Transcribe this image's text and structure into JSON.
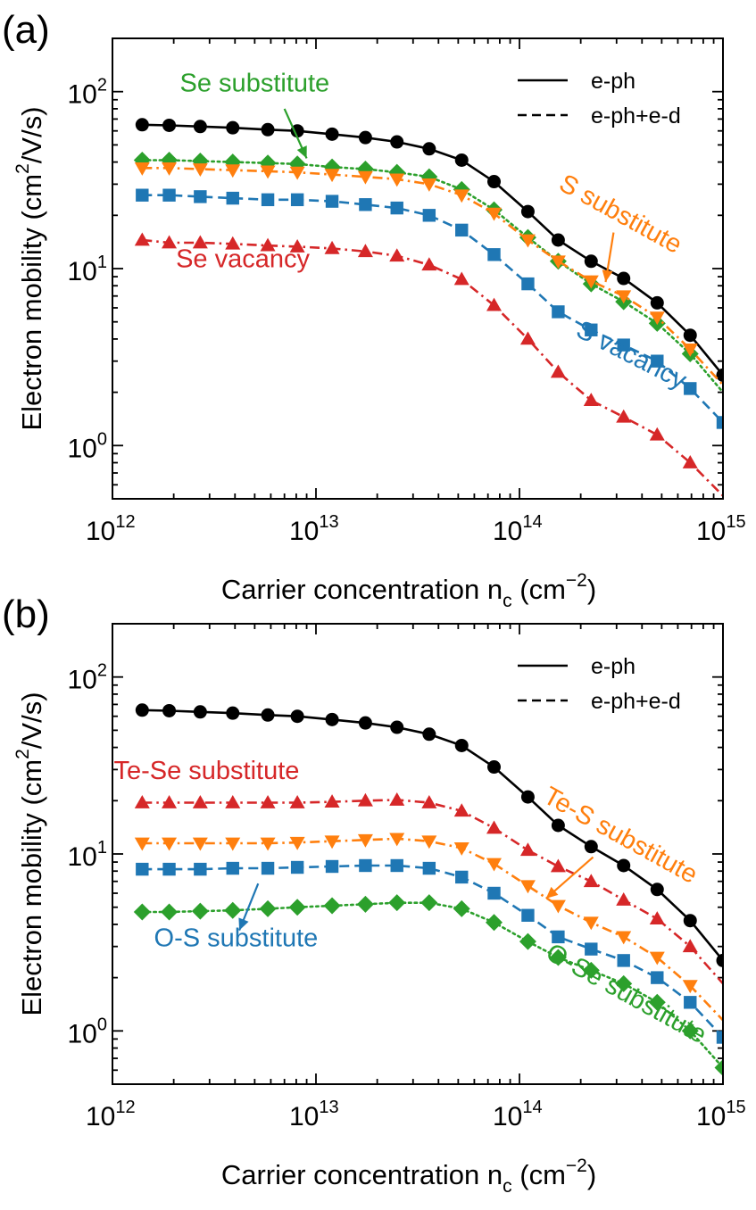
{
  "colors": {
    "black": "#000000",
    "red": "#d62728",
    "orange": "#ff7f0e",
    "blue": "#1f77b4",
    "green": "#2ca02c"
  },
  "chart_data": [
    {
      "type": "line",
      "panel_label": "(a)",
      "xscale": "log",
      "yscale": "log",
      "xlim": [
        1000000000000.0,
        1000000000000000.0
      ],
      "ylim": [
        0.5,
        200
      ],
      "xlabel_main": "Carrier concentration n",
      "xlabel_sub": "c",
      "xlabel_unit_open": " (cm",
      "xlabel_unit_exp": "−2",
      "xlabel_unit_close": ")",
      "ylabel_main": "Electron mobility (cm",
      "ylabel_exp": "2",
      "ylabel_rest": "/V/s)",
      "x_ticks": [
        {
          "base": "10",
          "exp": "12"
        },
        {
          "base": "10",
          "exp": "13"
        },
        {
          "base": "10",
          "exp": "14"
        },
        {
          "base": "10",
          "exp": "15"
        }
      ],
      "y_ticks": [
        {
          "base": "10",
          "exp": "0"
        },
        {
          "base": "10",
          "exp": "1"
        },
        {
          "base": "10",
          "exp": "2"
        }
      ],
      "legend": {
        "position": "top-right",
        "entries": [
          {
            "label": "e-ph",
            "style": "solid"
          },
          {
            "label": "e-ph+e-d",
            "style": "dashed"
          }
        ]
      },
      "x": [
        1400000000000.0,
        1900000000000.0,
        2700000000000.0,
        3900000000000.0,
        5800000000000.0,
        8100000000000.0,
        12000000000000.0,
        17500000000000.0,
        25000000000000.0,
        36000000000000.0,
        52000000000000.0,
        75000000000000.0,
        110000000000000.0,
        155000000000000.0,
        225000000000000.0,
        325000000000000.0,
        475000000000000.0,
        690000000000000.0,
        1000000000000000.0
      ],
      "series": [
        {
          "key": "eph",
          "color": "#000000",
          "dash": "solid",
          "marker": "circle",
          "end_marker": true,
          "values": [
            65,
            64.5,
            63.5,
            62.5,
            61,
            60,
            57.5,
            55,
            52,
            47.5,
            41,
            31,
            21,
            14.5,
            11,
            8.8,
            6.4,
            4.2,
            2.5
          ]
        },
        {
          "key": "se_sub",
          "color": "#2ca02c",
          "dash": "dotted",
          "marker": "diamond",
          "end_marker": false,
          "values": [
            41,
            41,
            40.5,
            40,
            39.5,
            39,
            37.5,
            36.5,
            35,
            33,
            28,
            21.5,
            15,
            11,
            8.2,
            6.5,
            4.9,
            3.3,
            2.0
          ]
        },
        {
          "key": "s_sub",
          "color": "#ff7f0e",
          "dash": "dashdot",
          "marker": "triangle-down",
          "end_marker": false,
          "values": [
            37,
            37,
            36.5,
            36,
            35.5,
            35,
            34,
            33,
            32,
            30,
            26,
            20.5,
            14.5,
            11,
            8.5,
            7,
            5.3,
            3.5,
            2.2
          ]
        },
        {
          "key": "s_vac",
          "color": "#1f77b4",
          "dash": "dashed",
          "marker": "square",
          "end_marker": true,
          "values": [
            26,
            26,
            25.5,
            25,
            24.5,
            24.5,
            24,
            23,
            22,
            20,
            16.5,
            12,
            8.2,
            5.7,
            4.5,
            3.7,
            3.0,
            2.1,
            1.35
          ]
        },
        {
          "key": "se_vac",
          "color": "#d62728",
          "dash": "dashdot",
          "marker": "triangle-up",
          "end_marker": false,
          "values": [
            14.5,
            14,
            14,
            13.8,
            13.5,
            13.3,
            13,
            12.5,
            11.8,
            10.5,
            8.7,
            6.2,
            4.0,
            2.6,
            1.8,
            1.45,
            1.15,
            0.8,
            0.52
          ]
        }
      ],
      "annotations": [
        {
          "text": "Se substitute",
          "color": "#2ca02c",
          "x": 5000000000000.0,
          "y": 100,
          "anchor": "middle",
          "rotate": 0
        },
        {
          "text": "S substitute",
          "color": "#ff7f0e",
          "x": 300000000000000.0,
          "y": 18.5,
          "anchor": "middle",
          "rotate": 29
        },
        {
          "text": "Se vacancy",
          "color": "#d62728",
          "x": 2050000000000.0,
          "y": 10.2,
          "anchor": "start",
          "rotate": 0
        },
        {
          "text": "S vacancy",
          "color": "#1f77b4",
          "x": 340000000000000.0,
          "y": 2.95,
          "anchor": "middle",
          "rotate": 27
        }
      ],
      "arrows": [
        {
          "color": "#2ca02c",
          "from": [
            7000000000000.0,
            80
          ],
          "to": [
            9000000000000.0,
            42
          ]
        },
        {
          "color": "#ff7f0e",
          "from": [
            290000000000000.0,
            16
          ],
          "to": [
            265000000000000.0,
            8.4
          ]
        }
      ]
    },
    {
      "type": "line",
      "panel_label": "(b)",
      "xscale": "log",
      "yscale": "log",
      "xlim": [
        1000000000000.0,
        1000000000000000.0
      ],
      "ylim": [
        0.5,
        200
      ],
      "xlabel_main": "Carrier concentration n",
      "xlabel_sub": "c",
      "xlabel_unit_open": " (cm",
      "xlabel_unit_exp": "−2",
      "xlabel_unit_close": ")",
      "ylabel_main": "Electron mobility (cm",
      "ylabel_exp": "2",
      "ylabel_rest": "/V/s)",
      "x_ticks": [
        {
          "base": "10",
          "exp": "12"
        },
        {
          "base": "10",
          "exp": "13"
        },
        {
          "base": "10",
          "exp": "14"
        },
        {
          "base": "10",
          "exp": "15"
        }
      ],
      "y_ticks": [
        {
          "base": "10",
          "exp": "0"
        },
        {
          "base": "10",
          "exp": "1"
        },
        {
          "base": "10",
          "exp": "2"
        }
      ],
      "legend": {
        "position": "top-right",
        "entries": [
          {
            "label": "e-ph",
            "style": "solid"
          },
          {
            "label": "e-ph+e-d",
            "style": "dashed"
          }
        ]
      },
      "x": [
        1400000000000.0,
        1900000000000.0,
        2700000000000.0,
        3900000000000.0,
        5800000000000.0,
        8100000000000.0,
        12000000000000.0,
        17500000000000.0,
        25000000000000.0,
        36000000000000.0,
        52000000000000.0,
        75000000000000.0,
        110000000000000.0,
        155000000000000.0,
        225000000000000.0,
        325000000000000.0,
        475000000000000.0,
        690000000000000.0,
        1000000000000000.0
      ],
      "series": [
        {
          "key": "eph",
          "color": "#000000",
          "dash": "solid",
          "marker": "circle",
          "end_marker": true,
          "values": [
            65,
            64.5,
            63.5,
            62.5,
            61,
            60,
            57.5,
            55,
            52,
            47.5,
            41,
            31,
            21,
            14.5,
            11,
            8.6,
            6.3,
            4.2,
            2.5
          ]
        },
        {
          "key": "te_se_sub",
          "color": "#d62728",
          "dash": "dashdot",
          "marker": "triangle-up",
          "end_marker": false,
          "values": [
            19.5,
            19.5,
            19.5,
            19.5,
            19.5,
            19.5,
            19.7,
            20,
            20.2,
            19.5,
            17.5,
            14,
            10.5,
            8.5,
            7,
            5.5,
            4.3,
            3.0,
            1.85
          ]
        },
        {
          "key": "te_s_sub",
          "color": "#ff7f0e",
          "dash": "dashdot",
          "marker": "triangle-down",
          "end_marker": false,
          "values": [
            11.5,
            11.5,
            11.5,
            11.5,
            11.5,
            11.6,
            11.8,
            12,
            12.2,
            11.8,
            10.8,
            8.8,
            6.6,
            5.1,
            4.1,
            3.4,
            2.6,
            1.8,
            1.15
          ]
        },
        {
          "key": "o_s_sub",
          "color": "#1f77b4",
          "dash": "dashed",
          "marker": "square",
          "end_marker": true,
          "values": [
            8.2,
            8.2,
            8.2,
            8.3,
            8.3,
            8.4,
            8.5,
            8.6,
            8.6,
            8.3,
            7.4,
            6.0,
            4.5,
            3.4,
            2.9,
            2.5,
            2.0,
            1.45,
            0.92
          ]
        },
        {
          "key": "o_se_sub",
          "color": "#2ca02c",
          "dash": "dotted",
          "marker": "diamond",
          "end_marker": true,
          "values": [
            4.7,
            4.7,
            4.75,
            4.8,
            4.9,
            5.0,
            5.1,
            5.2,
            5.3,
            5.3,
            4.9,
            4.1,
            3.2,
            2.6,
            2.2,
            1.85,
            1.45,
            1.0,
            0.62
          ]
        }
      ],
      "annotations": [
        {
          "text": "Te-Se substitute",
          "color": "#d62728",
          "x": 2900000000000.0,
          "y": 26.5,
          "anchor": "middle",
          "rotate": 0
        },
        {
          "text": "Te-S substitute",
          "color": "#ff7f0e",
          "x": 300000000000000.0,
          "y": 11.6,
          "anchor": "middle",
          "rotate": 29
        },
        {
          "text": "O-S substitute",
          "color": "#1f77b4",
          "x": 1600000000000.0,
          "y": 3.0,
          "anchor": "start",
          "rotate": 0
        },
        {
          "text": "O-Se substitute",
          "color": "#2ca02c",
          "x": 320000000000000.0,
          "y": 1.48,
          "anchor": "middle",
          "rotate": 29
        }
      ],
      "arrows": [
        {
          "color": "#ff7f0e",
          "from": [
            230000000000000.0,
            9.6
          ],
          "to": [
            135000000000000.0,
            5.6
          ]
        },
        {
          "color": "#1f77b4",
          "from": [
            5200000000000.0,
            6.8
          ],
          "to": [
            4200000000000.0,
            3.7
          ]
        }
      ]
    }
  ]
}
